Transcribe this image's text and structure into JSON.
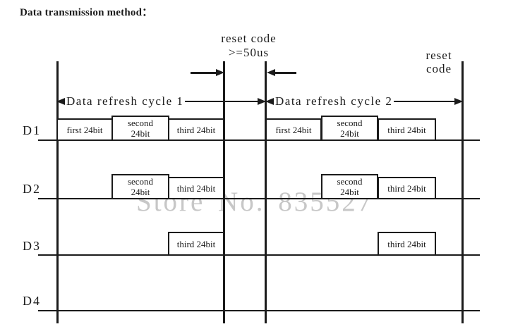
{
  "title": "Data transmission method：",
  "diagram": {
    "reset_center": {
      "line1": "reset code",
      "line2": ">=50us"
    },
    "reset_right": {
      "line1": "reset",
      "line2": "code"
    },
    "cycles": [
      {
        "label": "Data refresh cycle 1"
      },
      {
        "label": "Data refresh cycle 2"
      }
    ],
    "rows": [
      {
        "label": "D1"
      },
      {
        "label": "D2"
      },
      {
        "label": "D3"
      },
      {
        "label": "D4"
      }
    ],
    "box_labels": {
      "first": "first 24bit",
      "second_line1": "second",
      "second_line2": "24bit",
      "third": "third 24bit"
    }
  },
  "watermark": "Store No. 835527",
  "colors": {
    "ink": "#1b1b1b",
    "background": "#ffffff",
    "watermark": "#c7c7c7"
  }
}
